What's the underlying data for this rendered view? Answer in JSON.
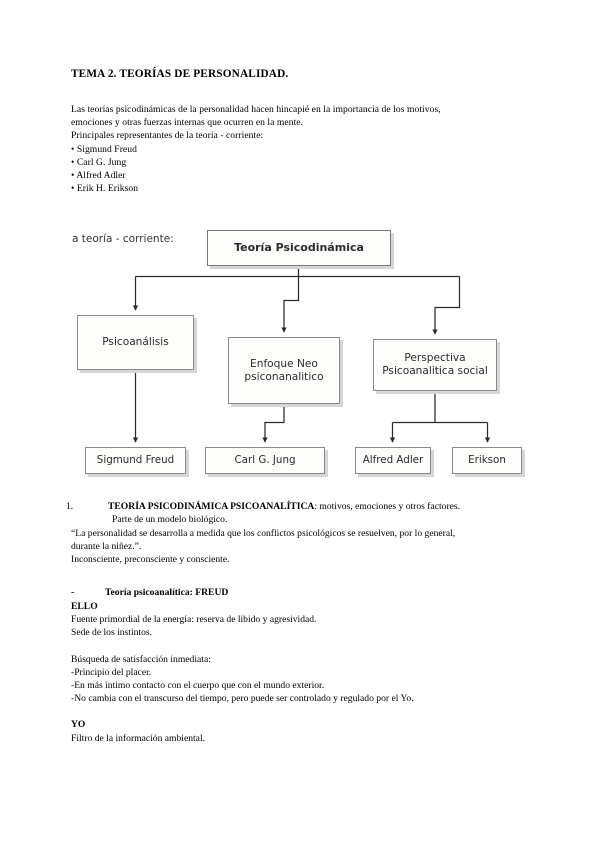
{
  "document": {
    "title": "TEMA 2. TEORÍAS DE PERSONALIDAD.",
    "intro": [
      "Las teorías psicodinámicas de la personalidad hacen hincapié en la importancia de los motivos,",
      "emociones y otras fuerzas internas que ocurren en la mente.",
      "Principales representantes de la teoría - corriente:"
    ],
    "bullets": [
      "• Sigmund Freud",
      "• Carl G. Jung",
      "• Alfred Adler",
      "• Erik H. Erikson"
    ],
    "numbered_item": {
      "number": "1.",
      "heading": "TEORÍA PSICODINÁMICA PSICOANALÍTICA",
      "rest": ": motivos, emociones y otros factores.",
      "continuation": "Parte de un modelo biológico."
    },
    "quote_block": [
      "“La personalidad se desarrolla a medida que los conflictos psicológicos se resuelven, por lo general,",
      "durante la niñez.”.",
      "Inconsciente, preconsciente y consciente."
    ],
    "dash_item": {
      "dash": "-",
      "text": "Teoría psicoanalítica: FREUD"
    },
    "ello_block": {
      "heading": "ELLO",
      "lines_a": [
        "Fuente primordial de la energía: reserva de libido y agresividad.",
        "Sede de los instintos."
      ],
      "lines_b": [
        "Búsqueda de satisfacción inmediata:",
        "-Principio del placer.",
        "-En más íntimo contacto con el cuerpo que con el mundo exterior.",
        "-No cambia con el transcurso del tiempo, pero puede ser controlado y regulado por el Yo."
      ],
      "heading2": "YO",
      "lines_c": [
        "Filtro de la información ambiental."
      ]
    }
  },
  "diagram": {
    "caption": "a teoría - corriente:",
    "colors": {
      "box_border": "#8a8a8a",
      "box_fill": "#fdfdfb",
      "box_shadow": "#d6d6d6",
      "connector": "#2b2b2b",
      "text": "#2b2b2b"
    },
    "nodes": {
      "root": "Teoría Psicodinámica",
      "mid_left": "Psicoanálisis",
      "mid_center_line1": "Enfoque Neo",
      "mid_center_line2": "psiconanalitico",
      "mid_right_line1": "Perspectiva",
      "mid_right_line2": "Psicoanalitica social",
      "leaf_1": "Sigmund Freud",
      "leaf_2": "Carl G. Jung",
      "leaf_3": "Alfred Adler",
      "leaf_4": "Erikson"
    }
  }
}
